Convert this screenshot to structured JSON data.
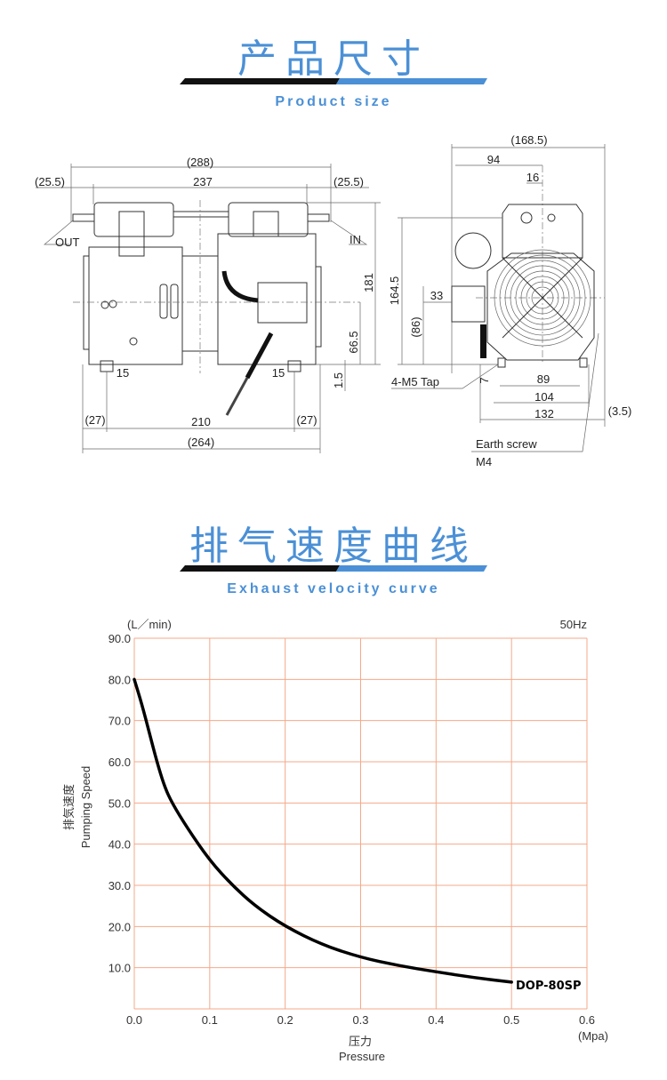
{
  "section1": {
    "title": "产品尺寸",
    "subtitle": "Product size"
  },
  "section2": {
    "title": "排气速度曲线",
    "subtitle": "Exhaust velocity curve"
  },
  "drawing": {
    "front_view": {
      "overall_width": "(288)",
      "left_offset": "(25.5)",
      "body_width": "237",
      "right_offset": "(25.5)",
      "out_label": "OUT",
      "in_label": "IN",
      "height": "181",
      "center_height": "66.5",
      "foot_gap": "1.5",
      "foot_left": "15",
      "foot_right": "15",
      "base_left": "(27)",
      "base_span": "210",
      "base_right": "(27)",
      "base_total": "(264)",
      "total_height": "164.5"
    },
    "side_view": {
      "overall_width": "(168.5)",
      "to_center": "94",
      "port_offset": "16",
      "block_width": "33",
      "block_height": "(86)",
      "tap_label": "4-M5 Tap",
      "tap_depth": "7",
      "hole_span": "89",
      "foot_span": "104",
      "base_width": "132",
      "edge_offset": "(3.5)",
      "earth_label": "Earth screw",
      "earth_size": "M4"
    }
  },
  "chart_data": {
    "type": "line",
    "title": "",
    "y_unit": "(L／min)",
    "frequency": "50Hz",
    "ylabel_cn": "排気速度",
    "ylabel": "Pumping Speed",
    "xlabel_cn": "压力",
    "xlabel": "Pressure",
    "x_unit": "(Mpa)",
    "xlim": [
      0,
      0.6
    ],
    "ylim": [
      0,
      90
    ],
    "x_ticks": [
      "0.0",
      "0.1",
      "0.2",
      "0.3",
      "0.4",
      "0.5",
      "0.6"
    ],
    "y_ticks": [
      "10.0",
      "20.0",
      "30.0",
      "40.0",
      "50.0",
      "60.0",
      "70.0",
      "80.0",
      "90.0"
    ],
    "grid": true,
    "grid_color": "#f4a98a",
    "series": [
      {
        "name": "DOP-80SP",
        "x": [
          0,
          0.01,
          0.02,
          0.03,
          0.04,
          0.05,
          0.07,
          0.1,
          0.13,
          0.16,
          0.2,
          0.25,
          0.3,
          0.35,
          0.4,
          0.45,
          0.5
        ],
        "y": [
          80,
          74,
          67,
          60,
          54,
          50,
          44,
          36,
          30,
          25,
          20,
          15.5,
          12.5,
          10.5,
          9,
          7.6,
          6.5
        ]
      }
    ]
  },
  "colors": {
    "accent": "#4b90d6",
    "bar_dark": "#111111"
  }
}
